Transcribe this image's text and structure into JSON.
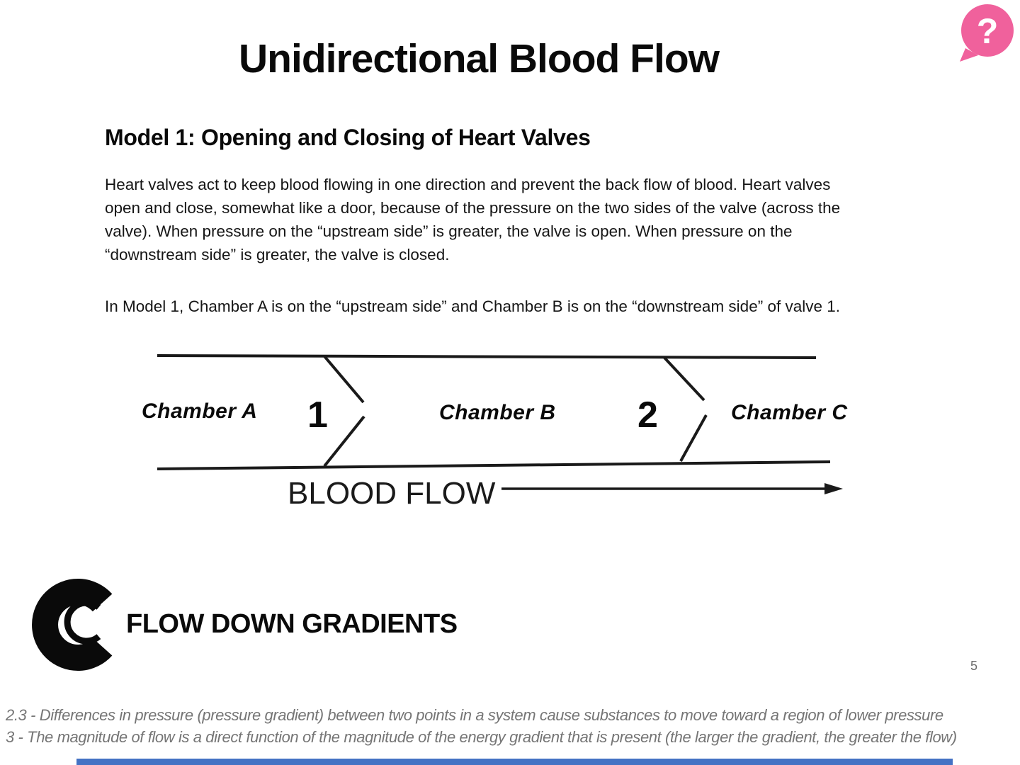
{
  "page": {
    "title": "Unidirectional Blood Flow",
    "page_number": "5"
  },
  "help_icon": {
    "glyph": "?",
    "bubble_color": "#F0619C"
  },
  "model1": {
    "heading": "Model 1: Opening and Closing of Heart Valves",
    "paragraph1_lines": [
      "Heart valves act to keep blood flowing in one direction and prevent the back flow of blood. Heart valves",
      "open and close, somewhat like a door, because of the pressure on the two sides of the valve (across the",
      "valve). When pressure on the “upstream side” is greater, the valve is open. When pressure on the",
      "“downstream side” is greater, the valve is closed."
    ],
    "paragraph2": "In Model 1, Chamber A is on the “upstream side” and Chamber B is on the “downstream side” of valve 1."
  },
  "diagram": {
    "chamber_a": "Chamber A",
    "valve_1": "1",
    "chamber_b": "Chamber B",
    "valve_2": "2",
    "chamber_c": "Chamber C",
    "flow_label": "BLOOD FLOW",
    "line_color": "#1a1a1a"
  },
  "logo": {
    "text": "FLOW DOWN GRADIENTS"
  },
  "footer": {
    "line1": "2.3 - Differences in pressure (pressure gradient) between two points in a system cause substances to move toward a region of lower pressure",
    "line2": "3 - The magnitude of flow is a direct function of the magnitude of the energy gradient that is present (the larger the gradient, the greater the flow)",
    "accent_color": "#4472C4",
    "text_color": "#757575"
  }
}
